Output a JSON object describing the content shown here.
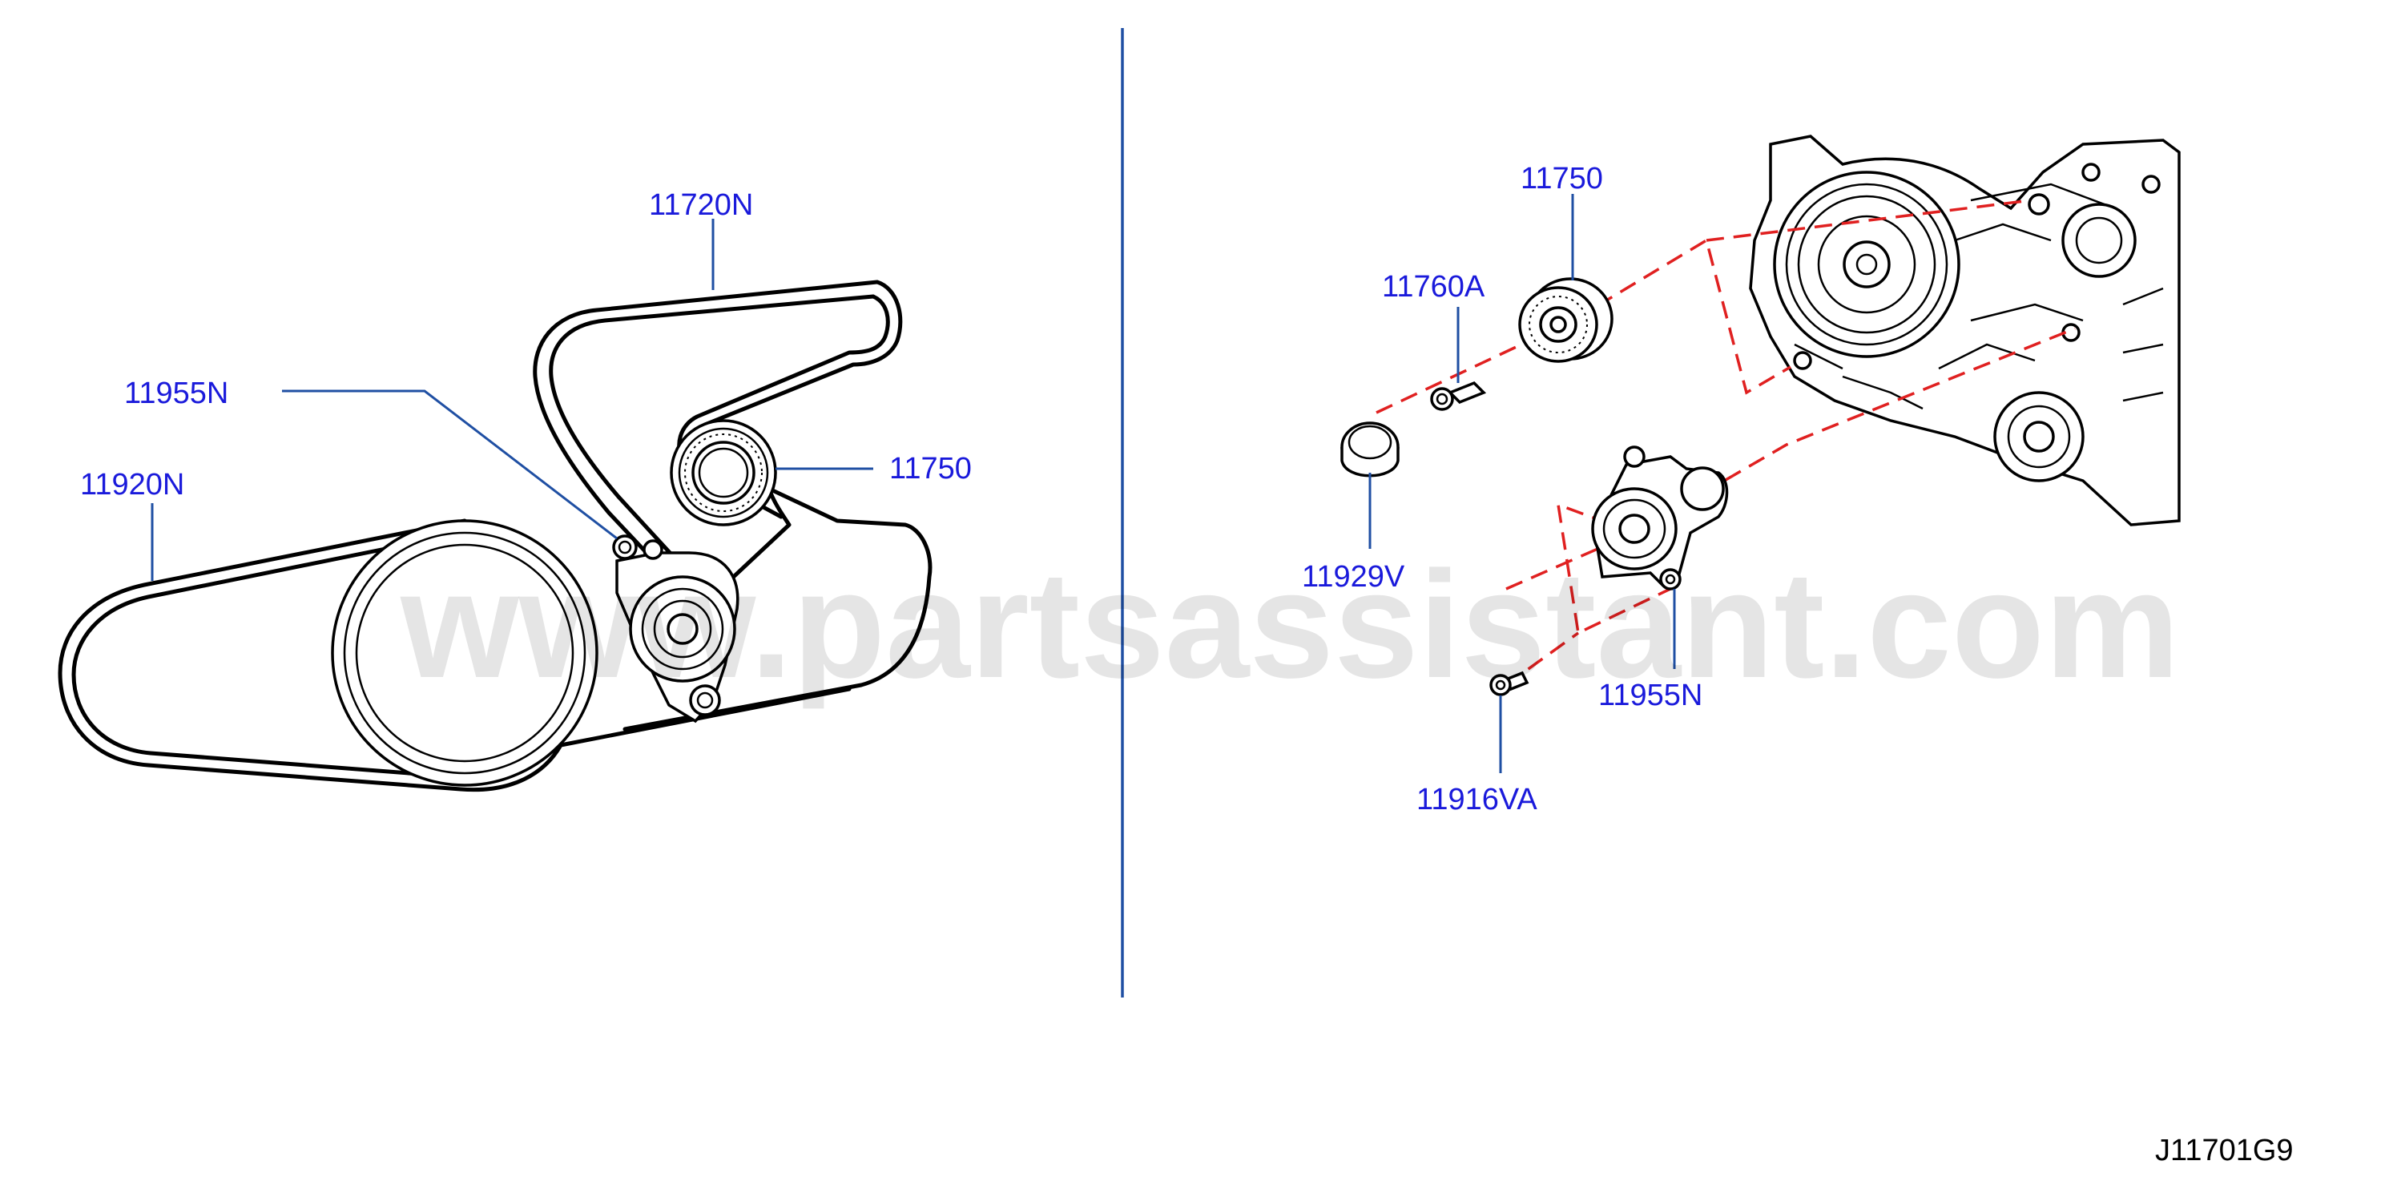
{
  "colors": {
    "callout_text": "#1a1adb",
    "leader_line": "#1f4fa3",
    "divider": "#1f4fa3",
    "dashed_assembly": "#e02020",
    "line_art": "#000000"
  },
  "left_view": {
    "callouts": {
      "drive_belt": "11720N",
      "tensioner": "11955N",
      "accessory_belt": "11920N",
      "idler_pulley": "11750"
    }
  },
  "right_view": {
    "callouts": {
      "idler_pulley": "11750",
      "pulley_bolt": "11760A",
      "dust_cap": "11929V",
      "tensioner": "11955N",
      "tensioner_bolt": "11916VA"
    }
  },
  "watermark": "www.partsassistant.com",
  "figure_id": "J11701G9"
}
